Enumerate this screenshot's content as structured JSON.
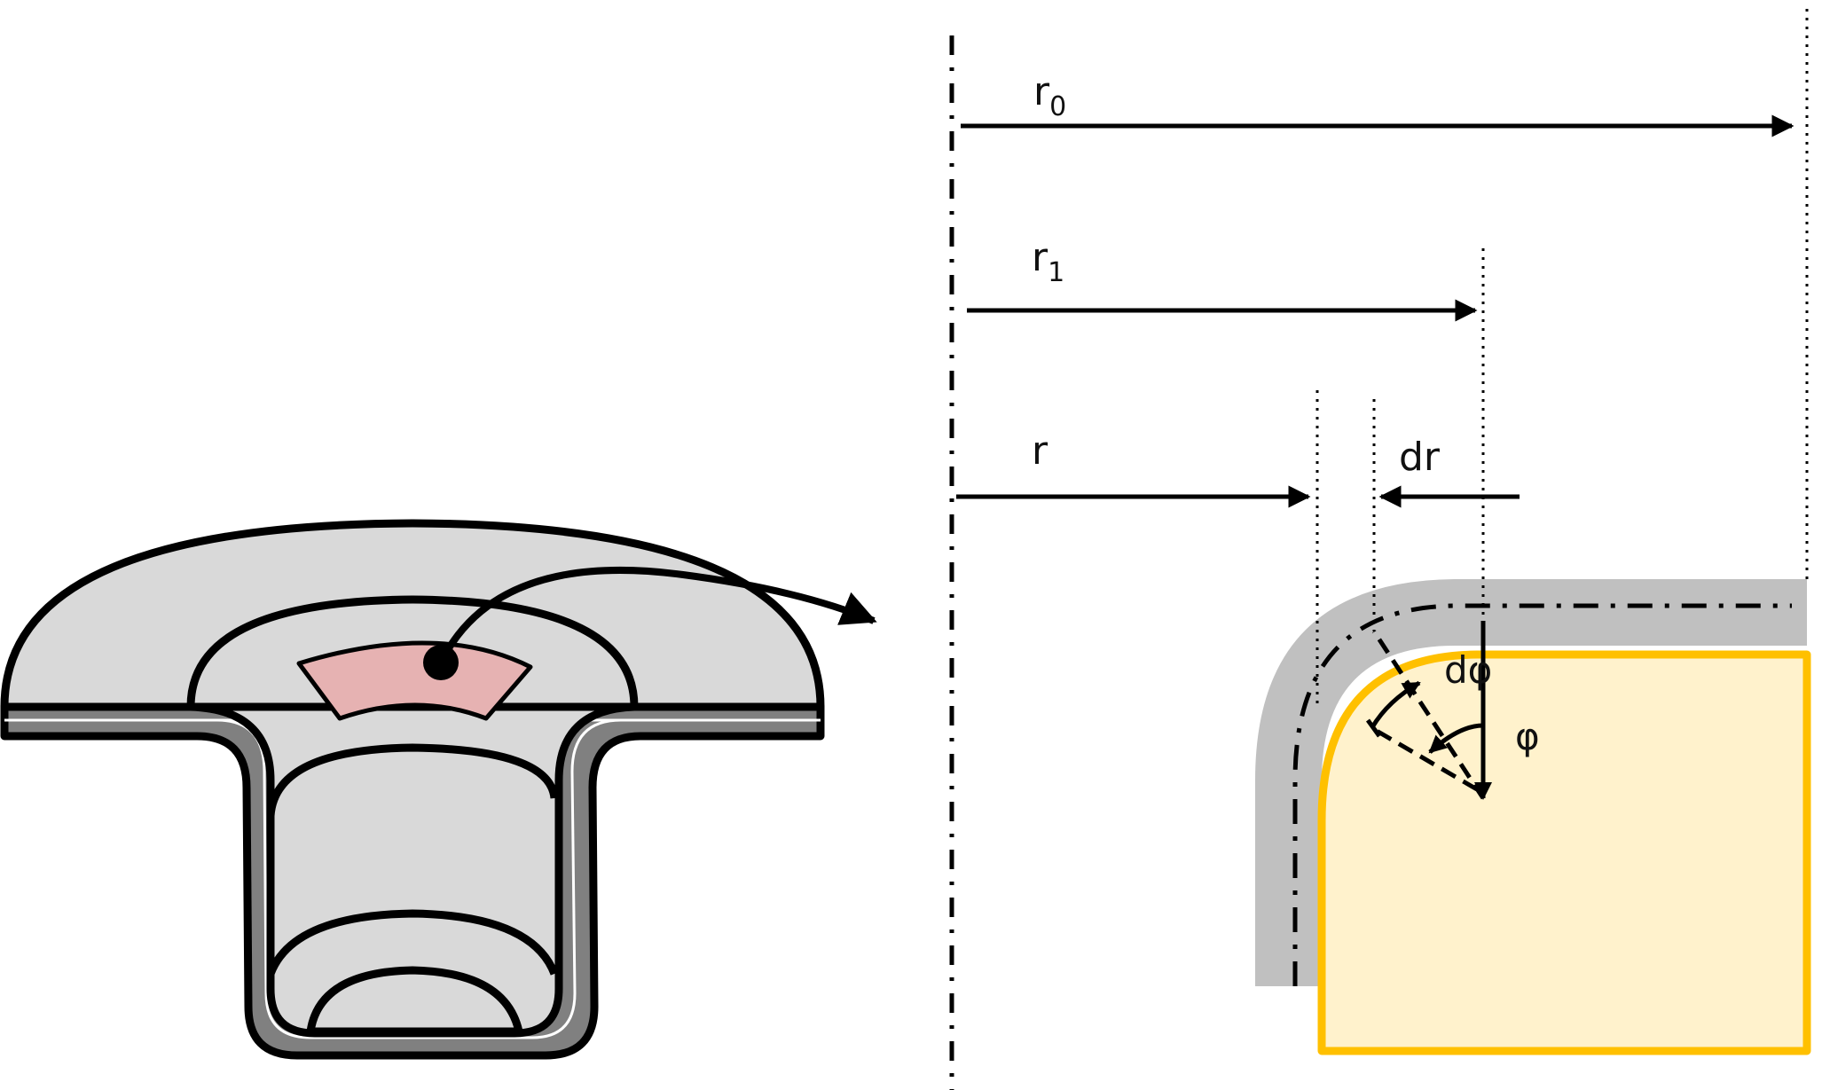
{
  "labels": {
    "r0": {
      "main": "r",
      "sub": "0"
    },
    "r1": {
      "main": "r",
      "sub": "1"
    },
    "r": "r",
    "dr": "dr",
    "dphi": "dφ",
    "phi": "φ"
  },
  "colors": {
    "stroke": "#000000",
    "part_fill": "#d9d9d9",
    "sheet_gray": "#808080",
    "element_fill": "#e6b2b2",
    "blank_gray": "#c0c0c0",
    "die_fill": "#fff2cc",
    "die_stroke": "#ffc000"
  }
}
